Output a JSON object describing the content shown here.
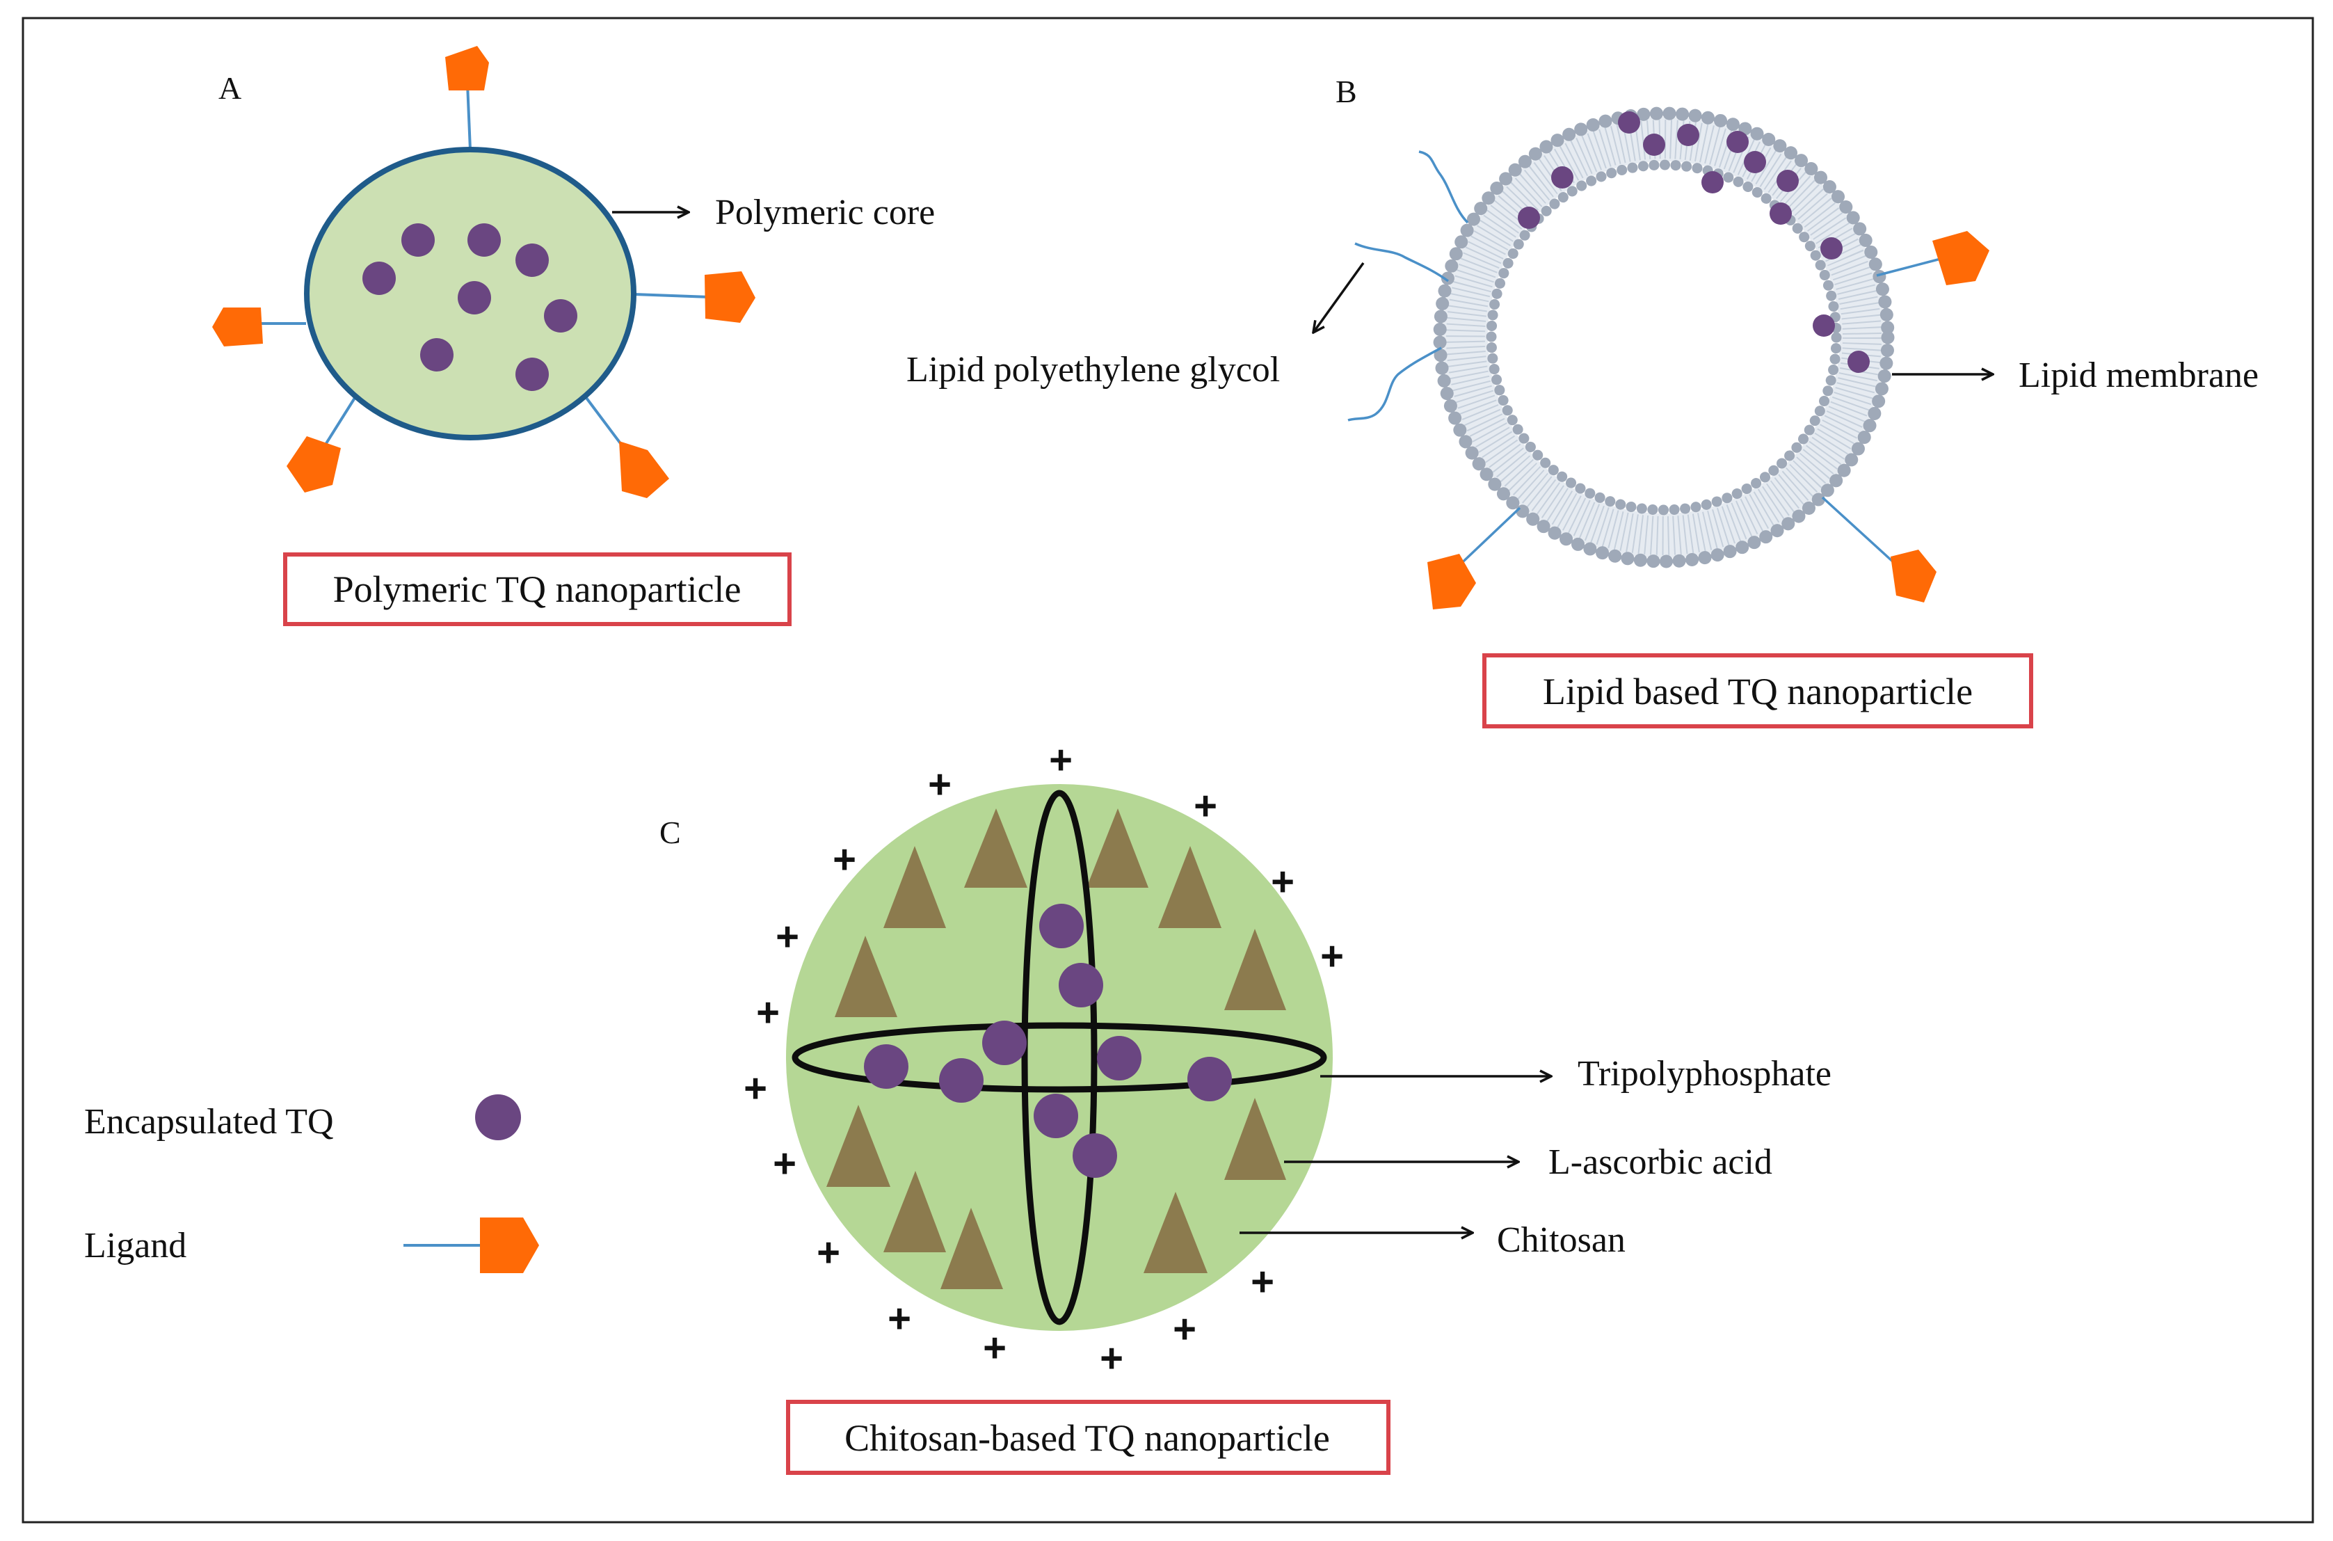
{
  "colors": {
    "tq": "#6a4681",
    "ligand": "#ff6a06",
    "ligand_line": "#4a90c8",
    "polymer_fill": "#cce0b3",
    "polymer_stroke": "#1f5b8a",
    "chitosan_fill": "#b5d795",
    "triangle": "#8c7b4e",
    "lipid_head": "#9fa9b8",
    "title_box": "#d9434a"
  },
  "panel_a": {
    "letter": "A",
    "core_label": "Polymeric core",
    "title": "Polymeric TQ nanoparticle"
  },
  "panel_b": {
    "letter": "B",
    "peg_label": "Lipid polyethylene glycol",
    "membrane_label": "Lipid membrane",
    "title": "Lipid based TQ nanoparticle"
  },
  "panel_c": {
    "letter": "C",
    "tpp_label": "Tripolyphosphate",
    "ascorbic_label": "L-ascorbic acid",
    "chitosan_label": "Chitosan",
    "title": "Chitosan-based TQ nanoparticle",
    "charge_symbol": "+"
  },
  "legend": {
    "tq_label": "Encapsulated TQ",
    "ligand_label": "Ligand",
    "tq_icon": "encapsulated-tq-icon",
    "ligand_icon": "ligand-icon"
  }
}
